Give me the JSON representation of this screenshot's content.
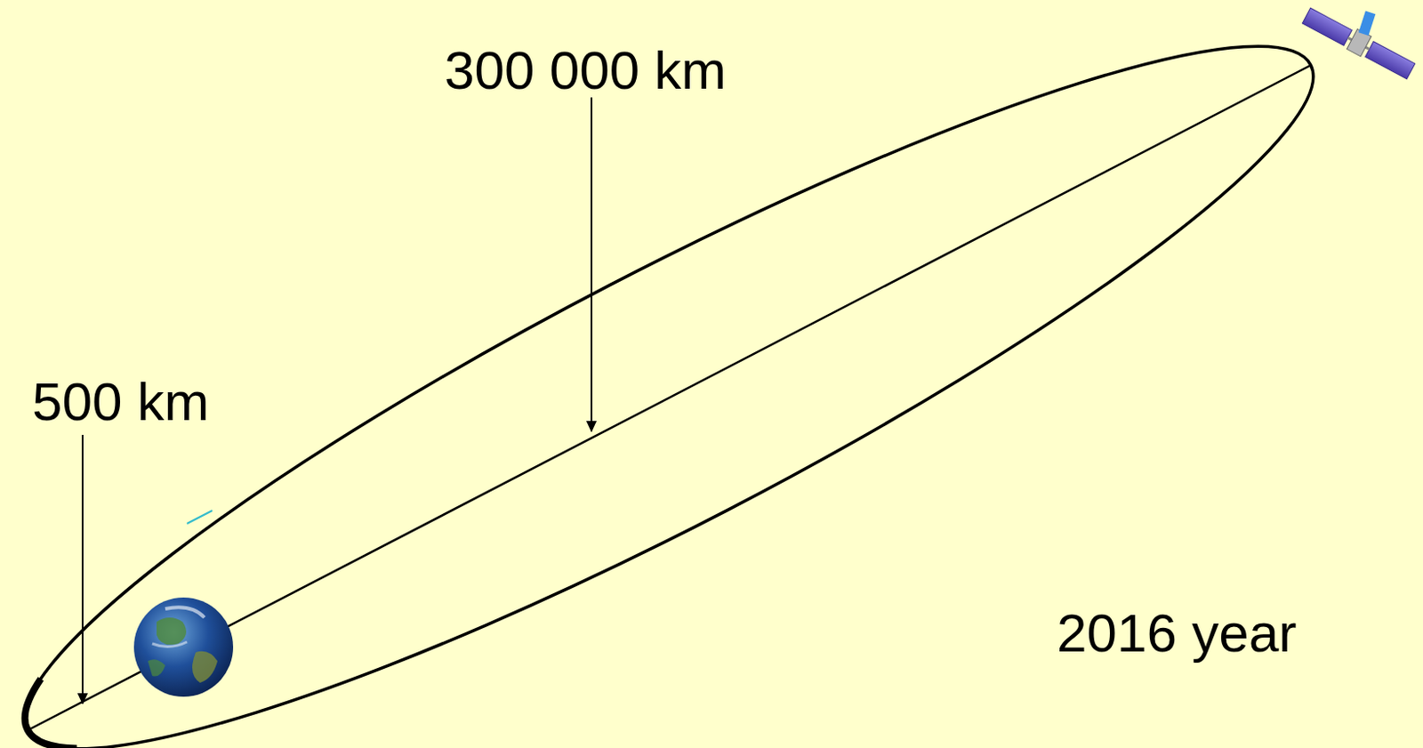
{
  "diagram": {
    "labels": [
      "300 000 km",
      "500 km",
      "2016 year"
    ]
  }
}
